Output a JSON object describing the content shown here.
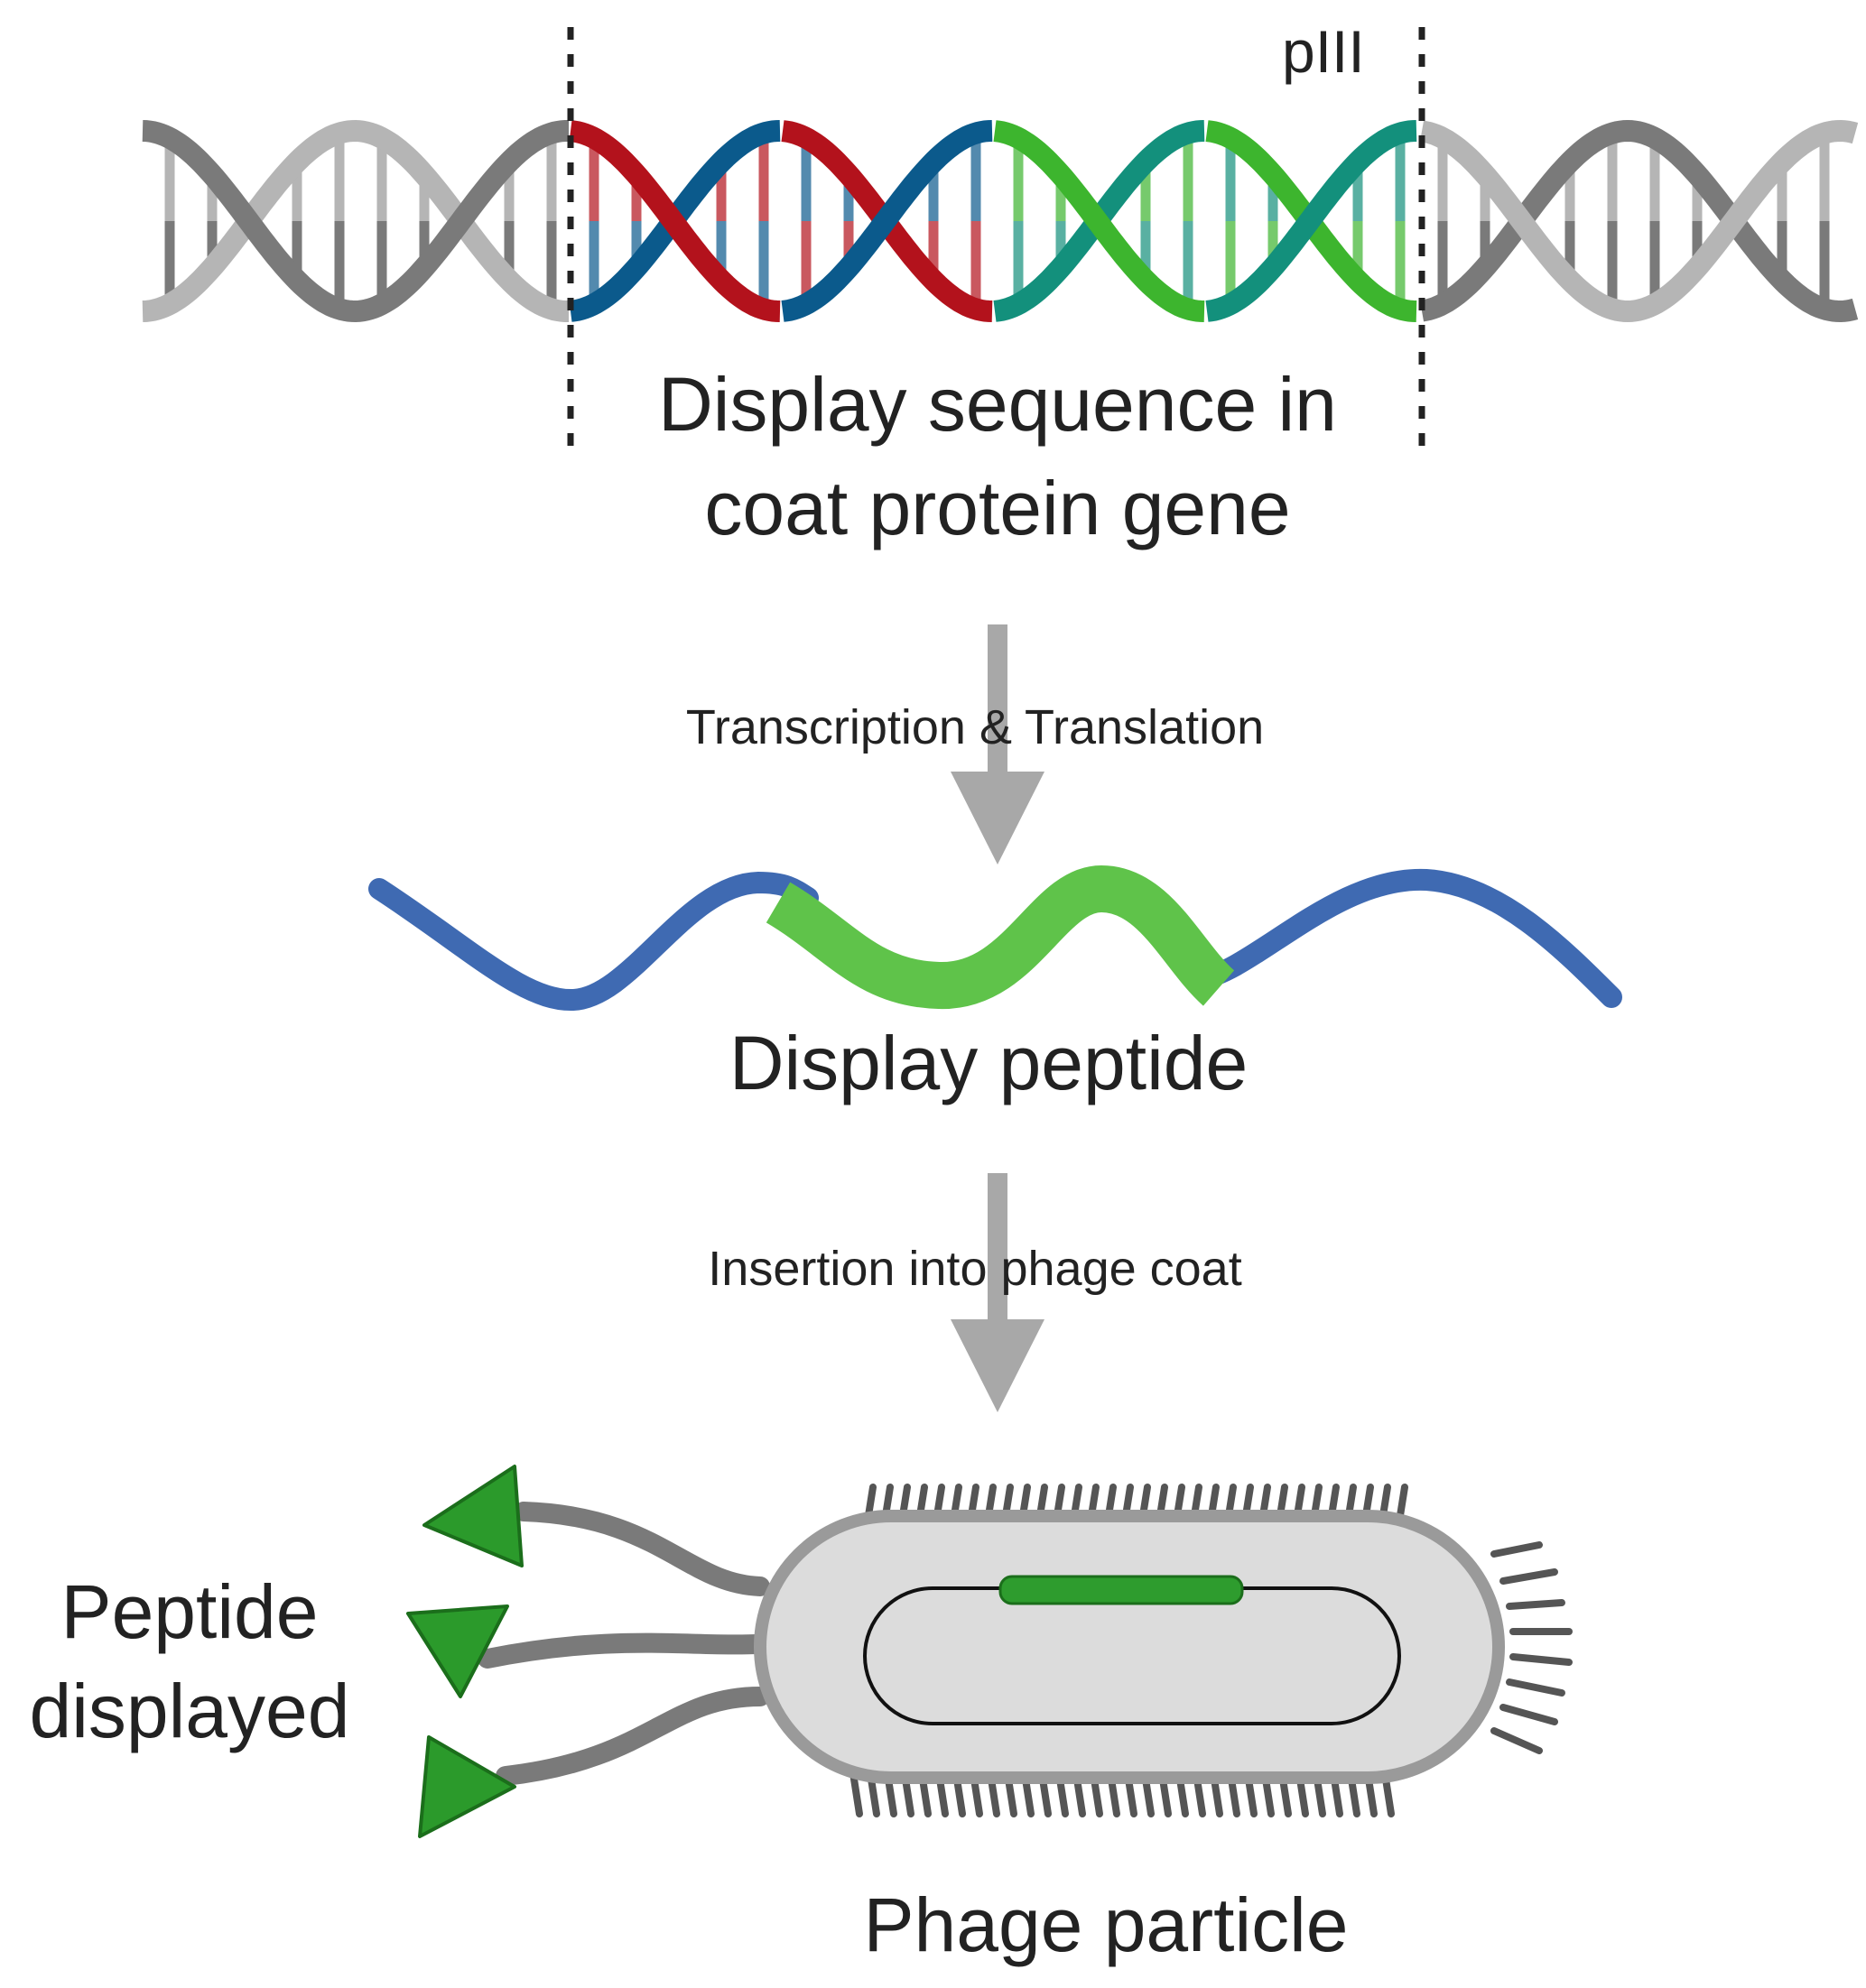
{
  "labels": {
    "gene_name": "pIII",
    "display_sequence_line1": "Display sequence in",
    "display_sequence_line2": "coat protein gene",
    "step1": "Transcription & Translation",
    "display_peptide": "Display peptide",
    "step2": "Insertion into phage coat",
    "peptide_displayed_line1": "Peptide",
    "peptide_displayed_line2": "displayed",
    "phage_particle": "Phage particle"
  },
  "colors": {
    "dna_grey_dark": "#7a7a7a",
    "dna_grey_light": "#b5b5b5",
    "dna_red": "#b3121c",
    "dna_blue": "#0b5a8c",
    "dna_green": "#3db52e",
    "dna_teal": "#13907c",
    "peptide_blue": "#3f6ab2",
    "peptide_green": "#5fc34a",
    "arrow_grey": "#a8a8a8",
    "phage_fill": "#dcdcdc",
    "phage_border": "#9a9a9a",
    "spike_dark": "#555555",
    "triangle_green": "#2b9a2b",
    "insert_green": "#2e9c2e"
  }
}
